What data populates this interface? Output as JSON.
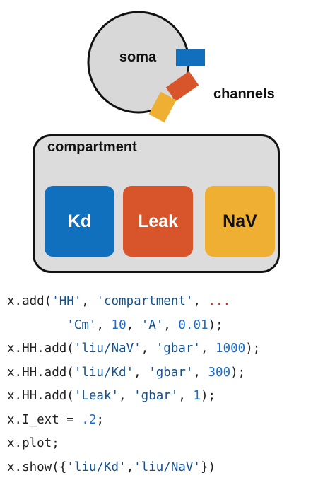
{
  "diagram": {
    "soma_label": "soma",
    "channels_label": "channels",
    "compartment_label": "compartment",
    "channels": [
      {
        "label": "Kd",
        "color": "#1170bd",
        "text_color": "#ffffff"
      },
      {
        "label": "Leak",
        "color": "#d8542a",
        "text_color": "#ffffff"
      },
      {
        "label": "NaV",
        "color": "#eeaf33",
        "text_color": "#111111"
      }
    ],
    "colors": {
      "kd_blue": "#1170bd",
      "leak_orange": "#d8542a",
      "nav_yellow": "#eeaf33",
      "compartment_fill": "#dcdcdc",
      "soma_fill": "#d8d8d8"
    }
  },
  "code": {
    "lines": [
      [
        [
          "plain",
          "x.add("
        ],
        [
          "str",
          "'HH'"
        ],
        [
          "plain",
          ", "
        ],
        [
          "str",
          "'compartment'"
        ],
        [
          "plain",
          ", "
        ],
        [
          "cont",
          "..."
        ]
      ],
      [
        [
          "plain",
          "        "
        ],
        [
          "str",
          "'Cm'"
        ],
        [
          "plain",
          ", "
        ],
        [
          "num",
          "10"
        ],
        [
          "plain",
          ", "
        ],
        [
          "str",
          "'A'"
        ],
        [
          "plain",
          ", "
        ],
        [
          "num",
          "0.01"
        ],
        [
          "plain",
          ");"
        ]
      ],
      [
        [
          "plain",
          "x.HH.add("
        ],
        [
          "str",
          "'liu/NaV'"
        ],
        [
          "plain",
          ", "
        ],
        [
          "str",
          "'gbar'"
        ],
        [
          "plain",
          ", "
        ],
        [
          "num",
          "1000"
        ],
        [
          "plain",
          ");"
        ]
      ],
      [
        [
          "plain",
          "x.HH.add("
        ],
        [
          "str",
          "'liu/Kd'"
        ],
        [
          "plain",
          ", "
        ],
        [
          "str",
          "'gbar'"
        ],
        [
          "plain",
          ", "
        ],
        [
          "num",
          "300"
        ],
        [
          "plain",
          ");"
        ]
      ],
      [
        [
          "plain",
          "x.HH.add("
        ],
        [
          "str",
          "'Leak'"
        ],
        [
          "plain",
          ", "
        ],
        [
          "str",
          "'gbar'"
        ],
        [
          "plain",
          ", "
        ],
        [
          "num",
          "1"
        ],
        [
          "plain",
          ");"
        ]
      ],
      [
        [
          "plain",
          "x.I_ext = "
        ],
        [
          "num",
          ".2"
        ],
        [
          "plain",
          ";"
        ]
      ],
      [
        [
          "plain",
          "x.plot;"
        ]
      ],
      [
        [
          "plain",
          "x.show({"
        ],
        [
          "str",
          "'liu/Kd'"
        ],
        [
          "plain",
          ","
        ],
        [
          "str",
          "'liu/NaV'"
        ],
        [
          "plain",
          "})"
        ]
      ]
    ]
  }
}
